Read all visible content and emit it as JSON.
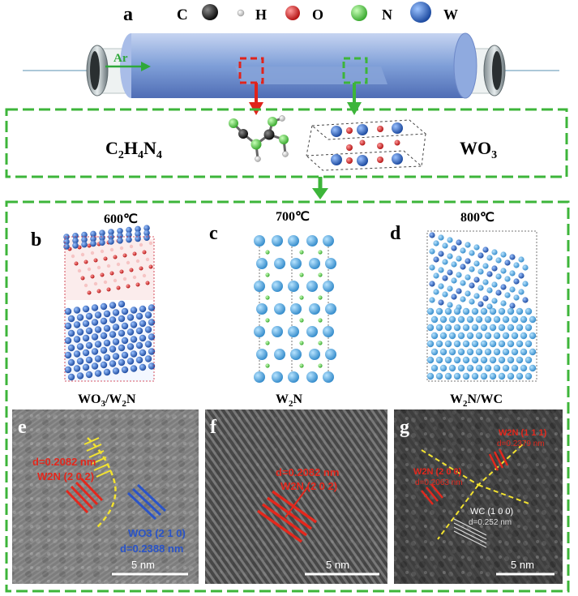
{
  "panels": {
    "a": "a",
    "b": "b",
    "c": "c",
    "d": "d",
    "e": "e",
    "f": "f",
    "g": "g"
  },
  "legend": [
    {
      "label": "C",
      "color": "#1a1a1a"
    },
    {
      "label": "H",
      "color": "#f4f4f4"
    },
    {
      "label": "O",
      "color": "#d01818"
    },
    {
      "label": "N",
      "color": "#5ccf3c"
    },
    {
      "label": "W",
      "color": "#1e5bb8"
    }
  ],
  "flow": {
    "gas": "Ar",
    "precursor": "C2H4N4",
    "oxide": "WO3"
  },
  "structures": [
    {
      "temp": "600℃",
      "product": "WO3/W2N"
    },
    {
      "temp": "700℃",
      "product": "W2N"
    },
    {
      "temp": "800℃",
      "product": "W2N/WC"
    }
  ],
  "tem": {
    "e": {
      "d1": "d=0.2082 nm",
      "p1": "W2N (2 0 2)",
      "p2": "WO3 (2 1 0)",
      "d2": "d=0.2388 nm",
      "scale": "5 nm"
    },
    "f": {
      "d1": "d=0.2082 nm",
      "p1": "W2N (2 0 2)",
      "scale": "5 nm"
    },
    "g": {
      "l1a": "W2N (1 1 1)",
      "l1b": "d=0.2379 nm",
      "l2a": "W2N (2 0 0)",
      "l2b": "d=0.2063 nm",
      "l3a": "WC (1 0 0)",
      "l3b": "d=0.252 nm",
      "scale": "5 nm"
    }
  },
  "colors": {
    "green_dash": "#3db53a",
    "red": "#e0231b",
    "tube_blue": "#7f9fd8",
    "tem_red": "#e3281d",
    "tem_yellow": "#f2e230",
    "tem_blue": "#2a54c8"
  }
}
